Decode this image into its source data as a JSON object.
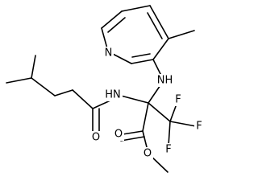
{
  "molecule": {
    "atom_labels": {
      "ring_nitrogen": "N",
      "amine_nh": "NH",
      "amide_nh": "HN",
      "amide_oxygen": "O",
      "ester_carbonyl_oxygen": "O",
      "ester_ether_oxygen": "O",
      "fluorine_top": "F",
      "fluorine_right": "F",
      "fluorine_bottom": "F"
    }
  }
}
